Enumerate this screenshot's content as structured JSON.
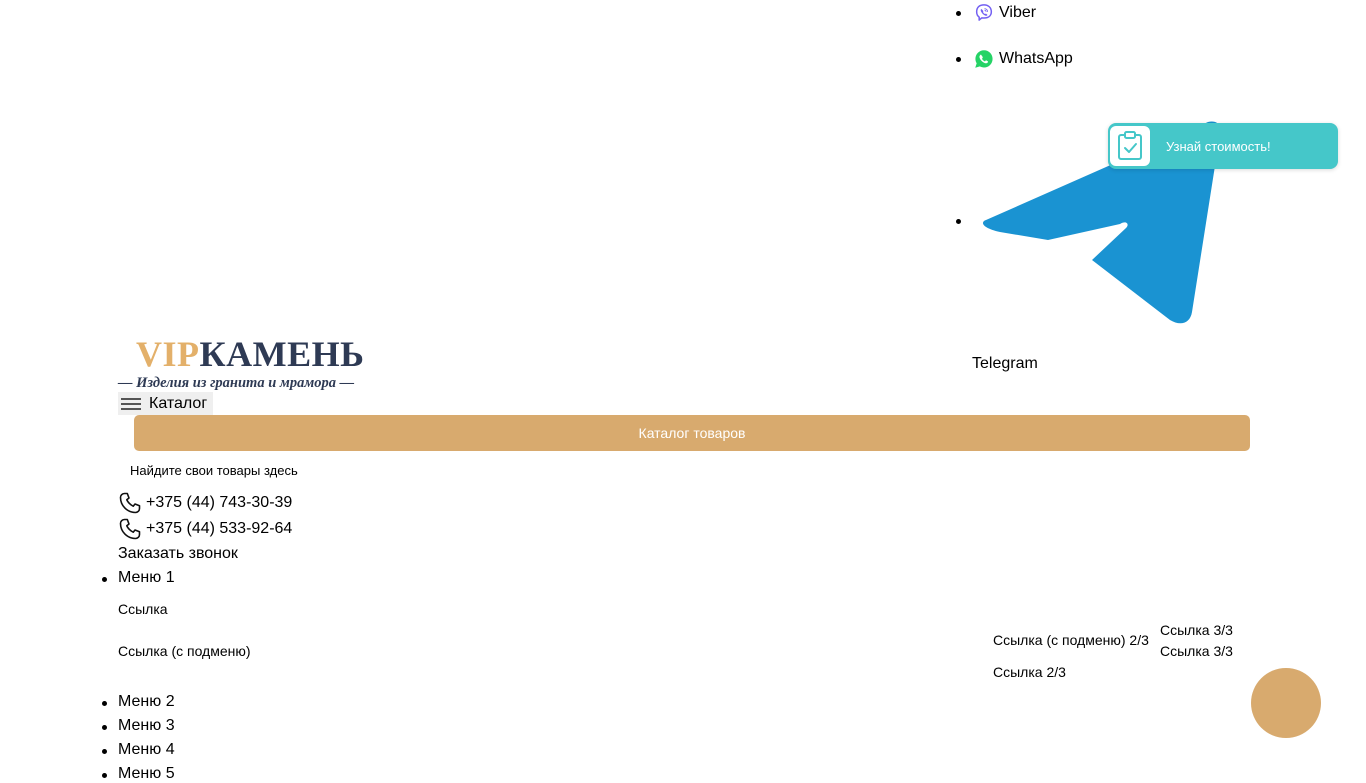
{
  "messengers": {
    "viber": "Viber",
    "whatsapp": "WhatsApp",
    "telegram": "Telegram"
  },
  "price_widget": {
    "label": "Узнай стоимость!"
  },
  "logo": {
    "vip": "VIP",
    "stone": "КАМЕНЬ",
    "subtitle": "— Изделия из гранита и мрамора —"
  },
  "catalog": {
    "toggle_label": "Каталог",
    "bar_label": "Каталог товаров",
    "hint": "Найдите свои товары здесь"
  },
  "contacts": {
    "phones": [
      "+375 (44) 743-30-39",
      "+375 (44) 533-92-64"
    ],
    "callback": "Заказать звонок"
  },
  "menu": {
    "items": [
      "Меню 1",
      "Меню 2",
      "Меню 3",
      "Меню 4",
      "Меню 5"
    ],
    "sub": [
      "Ссылка",
      "Ссылка (с подменю)"
    ],
    "sub2": [
      "Ссылка (с подменю) 2/3",
      "Ссылка 2/3"
    ],
    "sub3": [
      "Ссылка 3/3",
      "Ссылка 3/3"
    ]
  },
  "colors": {
    "accent": "#d8aa6e",
    "widget": "#45c7c9",
    "viber": "#7360f2",
    "whatsapp": "#25d366",
    "telegram": "#1a93d2",
    "logo_gold": "#e3b06a",
    "logo_navy": "#2e3a54"
  }
}
